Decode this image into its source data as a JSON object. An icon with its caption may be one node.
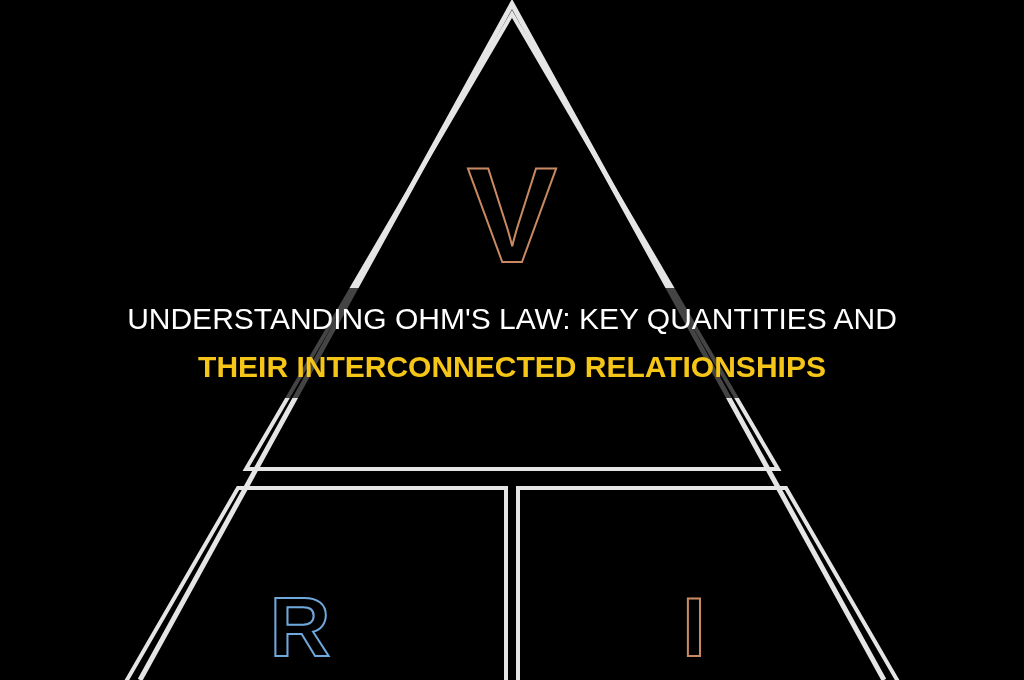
{
  "diagram": {
    "title": "UNDERSTANDING OHM'S LAW: KEY QUANTITIES AND THEIR INTERCONNECTED RELATIONSHIPS",
    "nodes": [
      {
        "text": [
          "V"
        ]
      },
      {
        "text": [
          "R"
        ]
      },
      {
        "text": [
          "I"
        ]
      }
    ]
  }
}
